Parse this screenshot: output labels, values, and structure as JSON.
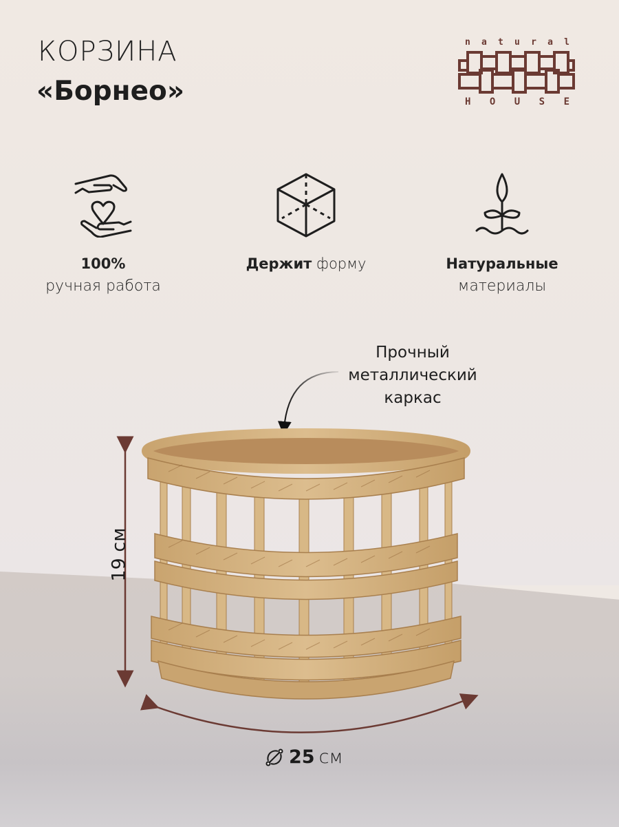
{
  "header": {
    "title_line1": "КОРЗИНА",
    "title_line2": "«Борнео»"
  },
  "logo": {
    "top_letters": [
      "n",
      "a",
      "t",
      "u",
      "r",
      "a",
      "l"
    ],
    "bottom_letters": [
      "H",
      "O",
      "U",
      "S",
      "E"
    ],
    "brand_color": "#6b3a33"
  },
  "features": [
    {
      "icon": "hands-heart-icon",
      "bold": "100%",
      "normal": "ручная работа"
    },
    {
      "icon": "cube-icon",
      "bold": "Держит",
      "normal": "форму"
    },
    {
      "icon": "sprout-icon",
      "bold": "Натуральные",
      "normal": "материалы"
    }
  ],
  "callout": {
    "line1": "Прочный",
    "line2": "металлический",
    "line3": "каркас"
  },
  "dimensions": {
    "height_label": "19 см",
    "diameter_value": "25",
    "diameter_unit": "см",
    "arrow_color": "#6b3a33"
  },
  "colors": {
    "background": "#efe9e4",
    "floor": "#cfc9c8",
    "text": "#1e1e1e",
    "wicker": "#d6b483"
  }
}
